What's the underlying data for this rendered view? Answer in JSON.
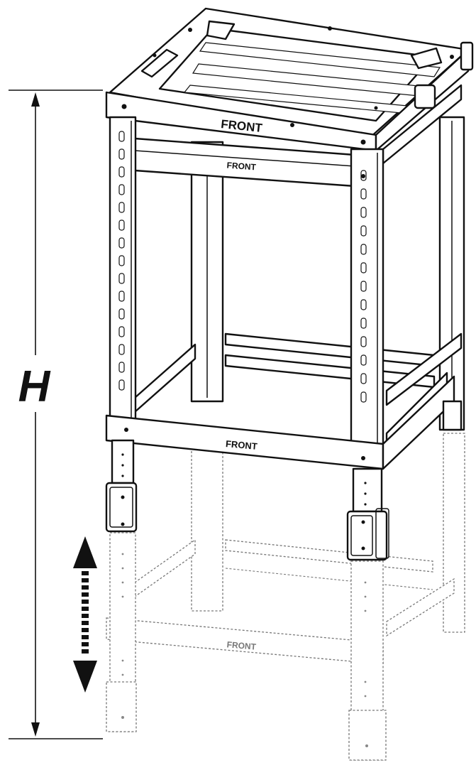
{
  "labels": {
    "front_top": "FRONT",
    "front_inner": "FRONT",
    "front_bottom": "FRONT",
    "front_ghost": "FRONT",
    "height_symbol": "H"
  },
  "colors": {
    "line": "#111111",
    "ghost_line": "#777777",
    "background": "#ffffff"
  },
  "icons": {
    "adjust_arrow": "double-headed-vertical-arrow-icon"
  }
}
